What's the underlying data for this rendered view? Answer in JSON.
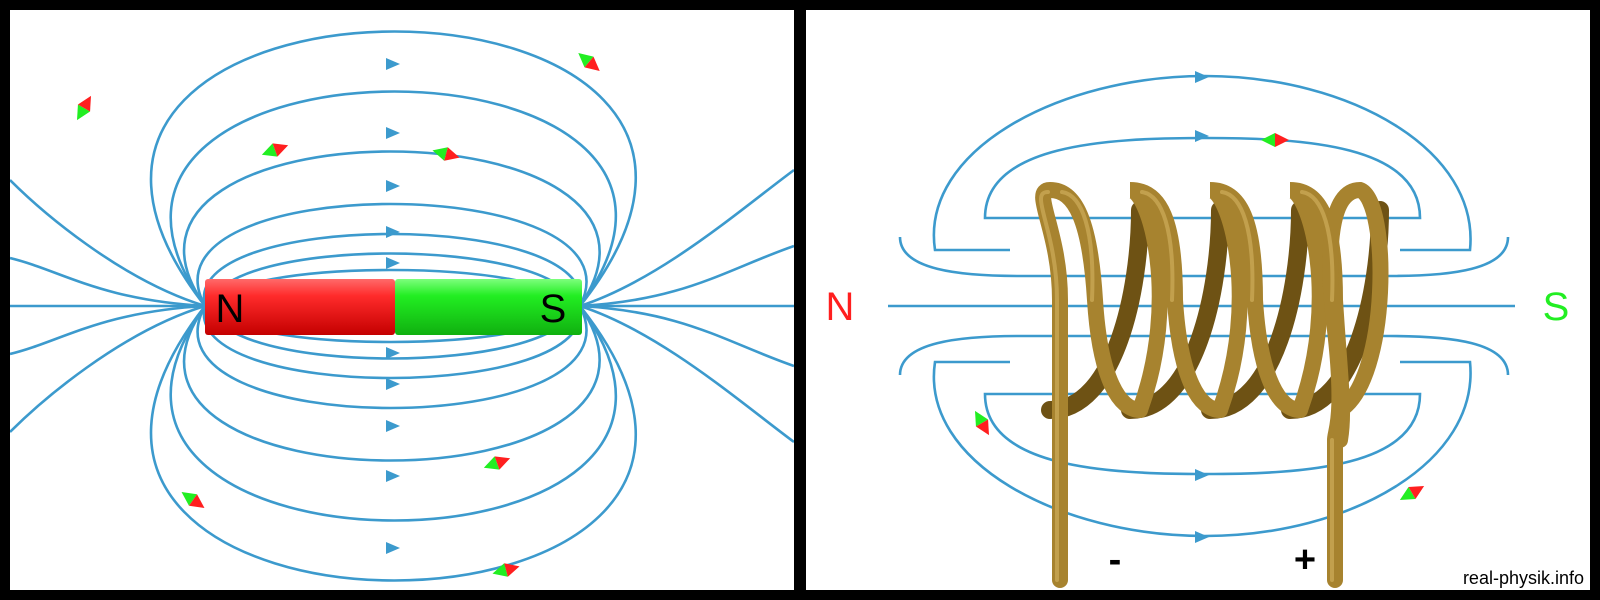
{
  "colors": {
    "background": "#000000",
    "panel": "#ffffff",
    "field_line": "#3c9acd",
    "north": "#ff1f1f",
    "south": "#22ee22",
    "copper": "#9b7a2c"
  },
  "bar_magnet": {
    "north_label": "N",
    "south_label": "S"
  },
  "coil": {
    "north_label": "N",
    "south_label": "S",
    "minus_label": "-",
    "plus_label": "+",
    "turns": 4
  },
  "watermark": "real-physik.info",
  "icons": [
    "compass-needle-icon",
    "arrowhead-icon"
  ]
}
